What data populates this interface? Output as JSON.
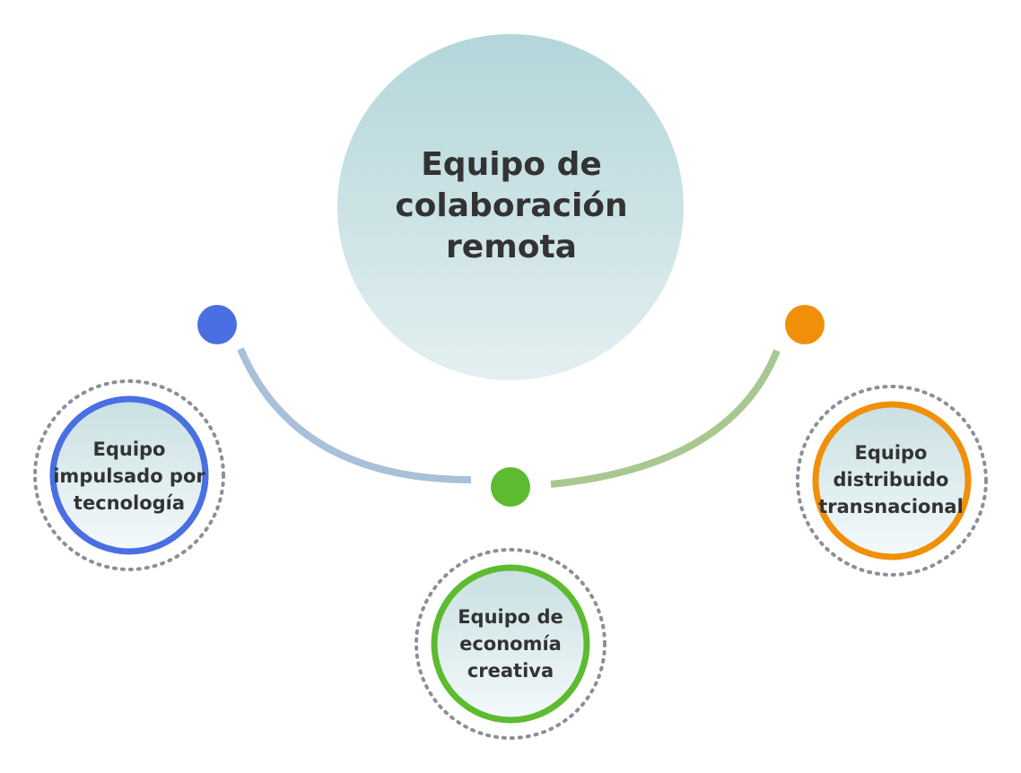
{
  "center": {
    "title_lines": [
      "Equipo de",
      "colaboración",
      "remota"
    ]
  },
  "nodes": [
    {
      "id": "tech",
      "lines": [
        "Equipo",
        "impulsado por",
        "tecnología"
      ],
      "color": "#4a6fe3"
    },
    {
      "id": "crea",
      "lines": [
        "Equipo de",
        "economía",
        "creativa"
      ],
      "color": "#5dbb2f"
    },
    {
      "id": "dist",
      "lines": [
        "Equipo",
        "distribuido",
        "transnacional"
      ],
      "color": "#f0900a"
    }
  ],
  "connectors": {
    "left_color": "#a8c0d8",
    "right_color": "#a8c890"
  },
  "palette": {
    "center_fill_top": "#b3d6da",
    "center_fill_bottom": "#e3eff0",
    "node_fill_top": "#c9e0e2",
    "node_fill_bottom": "#f4f9fa",
    "dotted_ring": "#8a8f99",
    "text": "#333333"
  }
}
